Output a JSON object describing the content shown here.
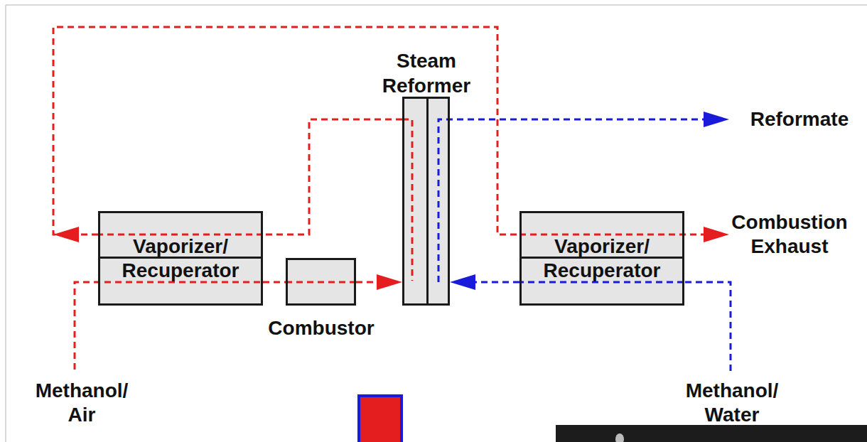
{
  "diagram": {
    "nodes": [
      {
        "text": [
          "Vaporizer/ Recuperator"
        ]
      },
      {
        "text": [
          "Combustor"
        ]
      },
      {
        "text": [
          "Steam Reformer"
        ]
      },
      {
        "text": [
          "Vaporizer/ Recuperator"
        ]
      }
    ],
    "edges": [
      {
        "from": 0,
        "to": 1,
        "arrow": "none"
      },
      {
        "from": 1,
        "to": 2,
        "arrow": "to"
      },
      {
        "from": 2,
        "to": 0,
        "arrow": "none"
      },
      {
        "from": 0,
        "to": 3,
        "arrow": "none"
      },
      {
        "from": 3,
        "to": 2,
        "arrow": "to"
      }
    ],
    "labels": [
      "Reformate",
      "Combustion Exhaust",
      "Methanol/ Air",
      "Methanol/ Water"
    ]
  }
}
